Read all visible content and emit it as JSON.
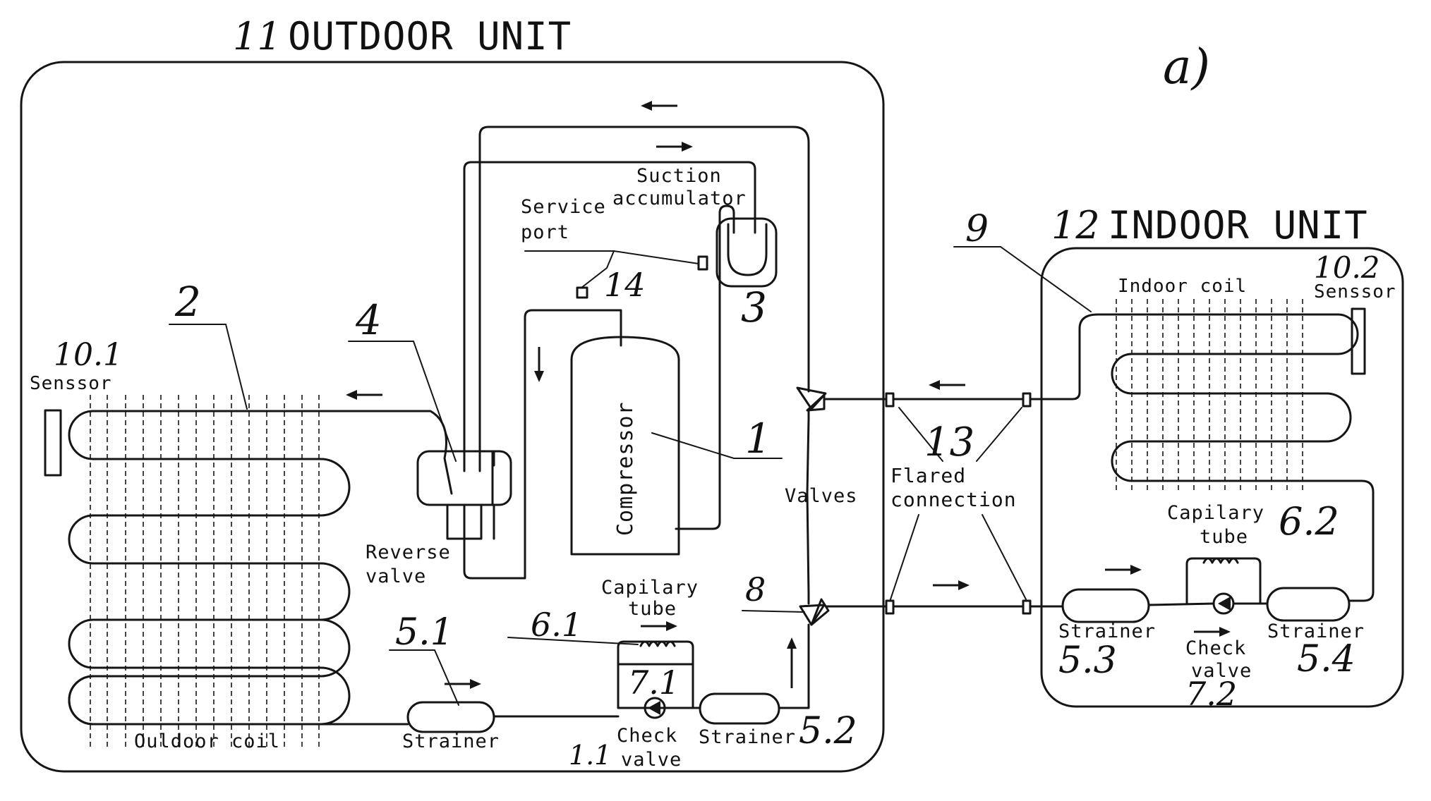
{
  "outdoor": {
    "number": "11",
    "title": "OUTDOOR UNIT",
    "suction_line1": "Suction",
    "suction_line2": "accumulator",
    "service_line1": "Service",
    "service_line2": "port",
    "compressor": "Compressor",
    "reverse_line1": "Reverse",
    "reverse_line2": "valve",
    "capilary_line1": "Capilary",
    "capilary_line2": "tube",
    "valves": "Valves",
    "sensor": "Senssor",
    "coil": "Ouldoor coil",
    "strainer_a": "Strainer",
    "strainer_b": "Strainer",
    "check_line1": "Check",
    "check_line2": "valve"
  },
  "indoor": {
    "number": "12",
    "title": "INDOOR UNIT",
    "coil": "Indoor coil",
    "sensor": "Senssor",
    "capilary_line1": "Capilary",
    "capilary_line2": "tube",
    "strainer_a": "Strainer",
    "strainer_b": "Strainer",
    "check_line1": "Check",
    "check_line2": "valve"
  },
  "flared": {
    "line1": "Flared",
    "line2": "connection"
  },
  "panel_label": "a)",
  "refs": {
    "r1": "1",
    "r2": "2",
    "r3": "3",
    "r4": "4",
    "r5_1": "5.1",
    "r5_2": "5.2",
    "r5_3": "5.3",
    "r5_4": "5.4",
    "r6_1": "6.1",
    "r6_2": "6.2",
    "r7_1": "7.1",
    "r7_2": "7.2",
    "r8": "8",
    "r9": "9",
    "r10_1": "10.1",
    "r10_2": "10.2",
    "r13": "13",
    "r14": "14",
    "r1_1": "1.1"
  }
}
